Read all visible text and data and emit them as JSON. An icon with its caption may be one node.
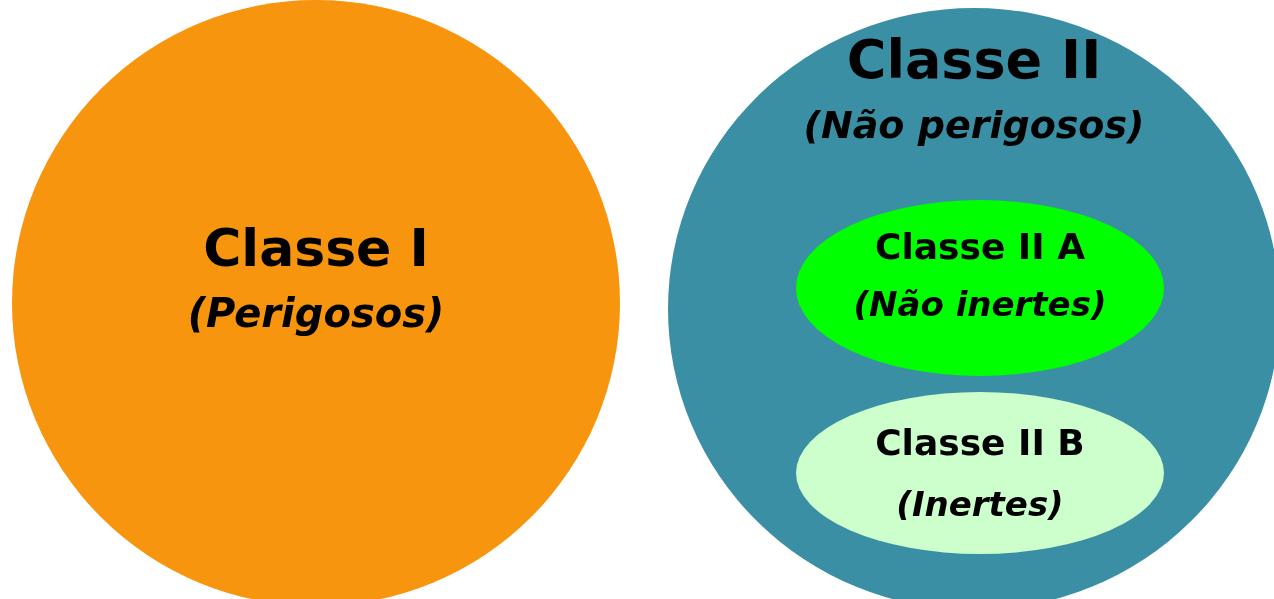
{
  "diagram": {
    "nodes": [
      {
        "text": [
          "Classe I",
          "(Perigosos)"
        ]
      },
      {
        "text": [
          "Classe II",
          "(Não perigosos)"
        ]
      },
      {
        "text": [
          "Classe II A",
          "(Não inertes)"
        ],
        "in": 1
      },
      {
        "text": [
          "Classe II B",
          "(Inertes)"
        ],
        "in": 1
      }
    ]
  }
}
